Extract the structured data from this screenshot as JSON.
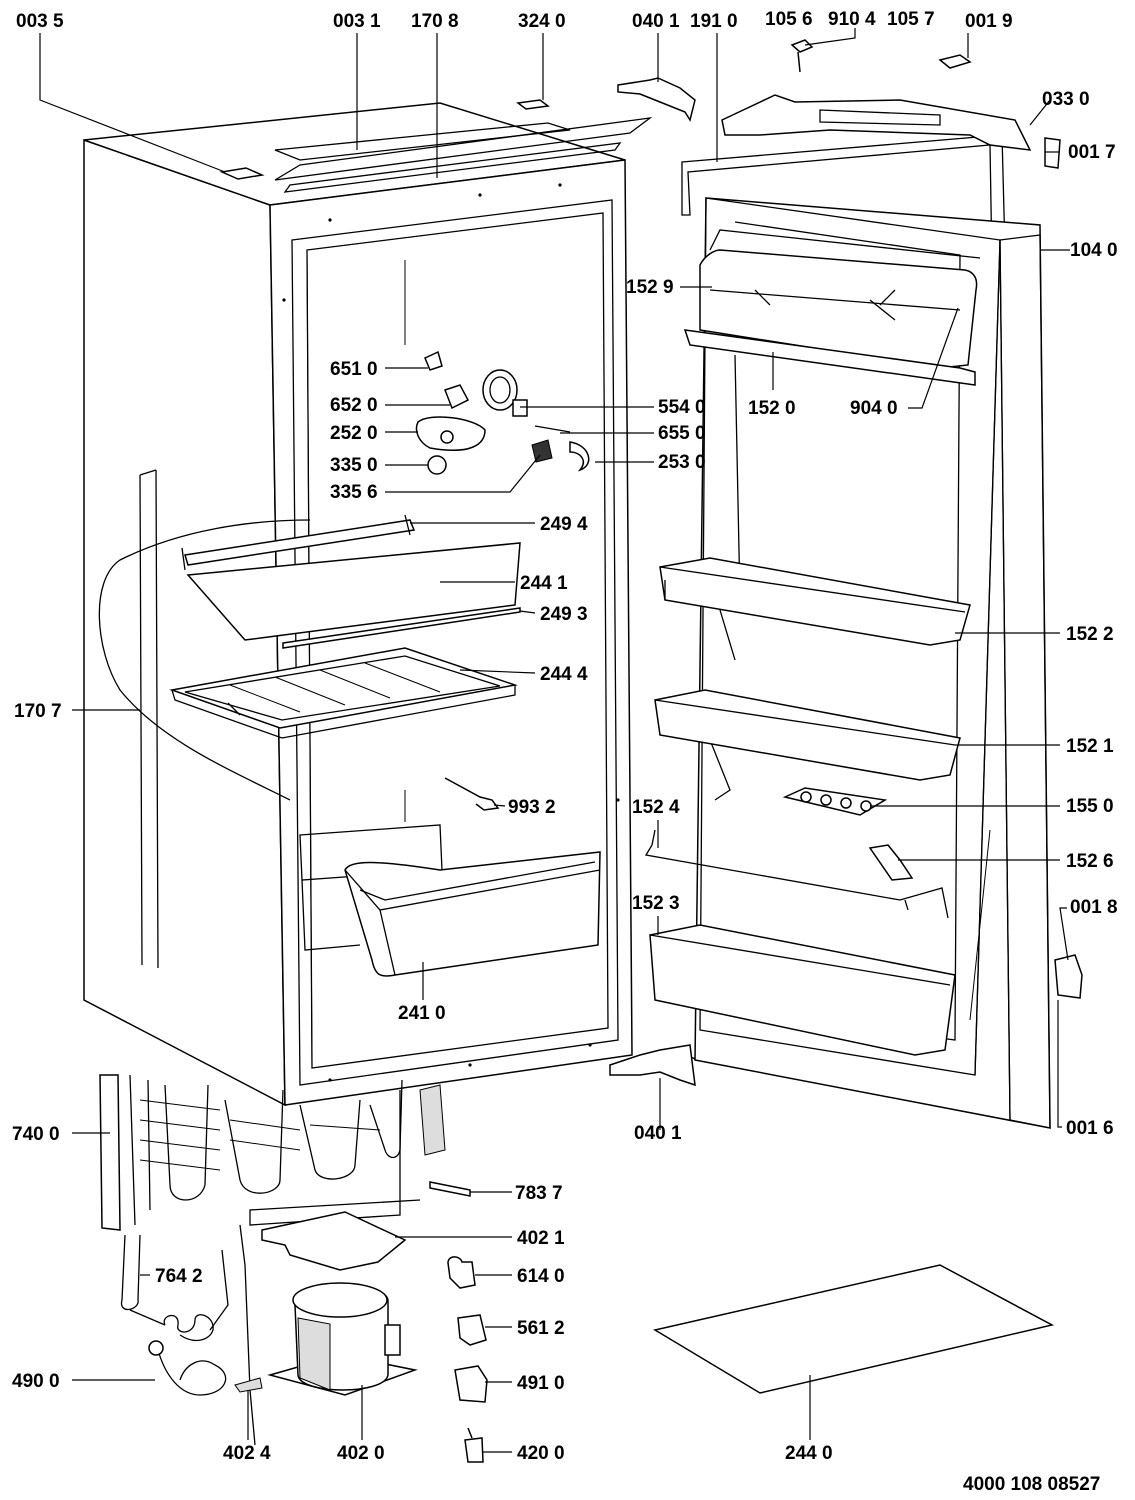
{
  "colors": {
    "ink": "#000000",
    "paper": "#ffffff"
  },
  "labels": {
    "p0035": "003 5",
    "p0031": "003 1",
    "p1708": "170 8",
    "p3240": "324 0",
    "p0401top": "040 1",
    "p1910": "191 0",
    "p1056": "105 6",
    "p9104": "910 4",
    "p1057": "105 7",
    "p0019": "001 9",
    "p0330": "033 0",
    "p0017": "001 7",
    "p1040": "104 0",
    "p1529": "152 9",
    "p1520": "152 0",
    "p9040": "904 0",
    "p6510": "651 0",
    "p6520": "652 0",
    "p2520": "252 0",
    "p3350": "335 0",
    "p3356": "335 6",
    "p5540": "554 0",
    "p6550": "655 0",
    "p2530": "253 0",
    "p2494": "249 4",
    "p2441": "244 1",
    "p2493": "249 3",
    "p2444": "244 4",
    "p1707": "170 7",
    "p1522": "152 2",
    "p1521": "152 1",
    "p9932": "993 2",
    "p1524": "152 4",
    "p1550": "155 0",
    "p1526": "152 6",
    "p1523": "152 3",
    "p0018": "001 8",
    "p2410": "241 0",
    "p0401bot": "040 1",
    "p0016": "001 6",
    "p7400": "740 0",
    "p7837": "783 7",
    "p4021": "402 1",
    "p7642": "764 2",
    "p6140": "614 0",
    "p5612": "561 2",
    "p4900": "490 0",
    "p4910": "491 0",
    "p4024": "402 4",
    "p4020": "402 0",
    "p4200": "420 0",
    "p2440": "244 0",
    "docref": "4000 108 08527"
  }
}
